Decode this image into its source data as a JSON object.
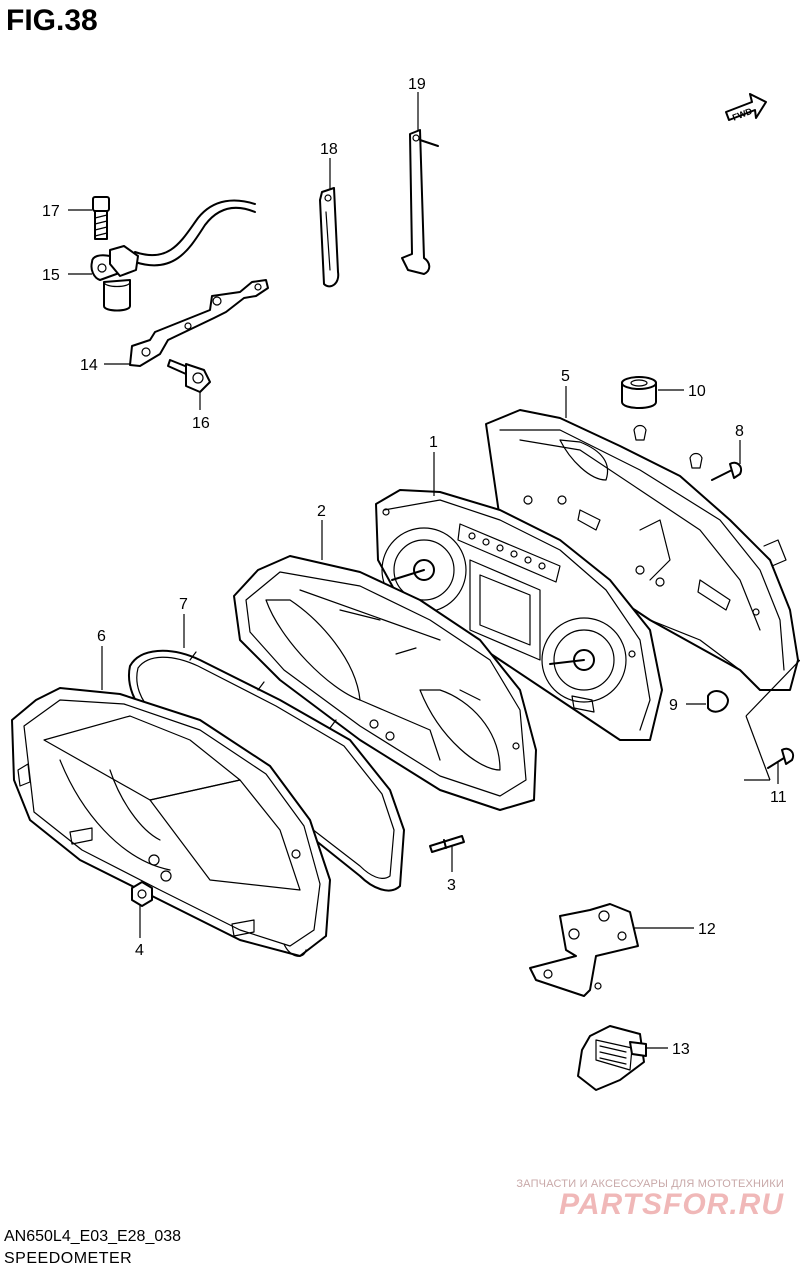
{
  "figure": {
    "title": "FIG.38",
    "model_code": "AN650L4_E03_E28_038",
    "section_name": "SPEEDOMETER"
  },
  "fwd_arrow_label": "FWD",
  "callouts": [
    "1",
    "2",
    "3",
    "4",
    "5",
    "6",
    "7",
    "8",
    "9",
    "10",
    "11",
    "12",
    "13",
    "14",
    "15",
    "16",
    "17",
    "18",
    "19"
  ],
  "watermark": {
    "line1": "ЗАПЧАСТИ И АКСЕССУАРЫ ДЛЯ МОТОТЕХНИКИ",
    "brand": "PARTSFOR.RU"
  },
  "colors": {
    "line": "#000000",
    "watermark_text": "#c8a8a8",
    "watermark_brand": "#f0b8b8"
  }
}
